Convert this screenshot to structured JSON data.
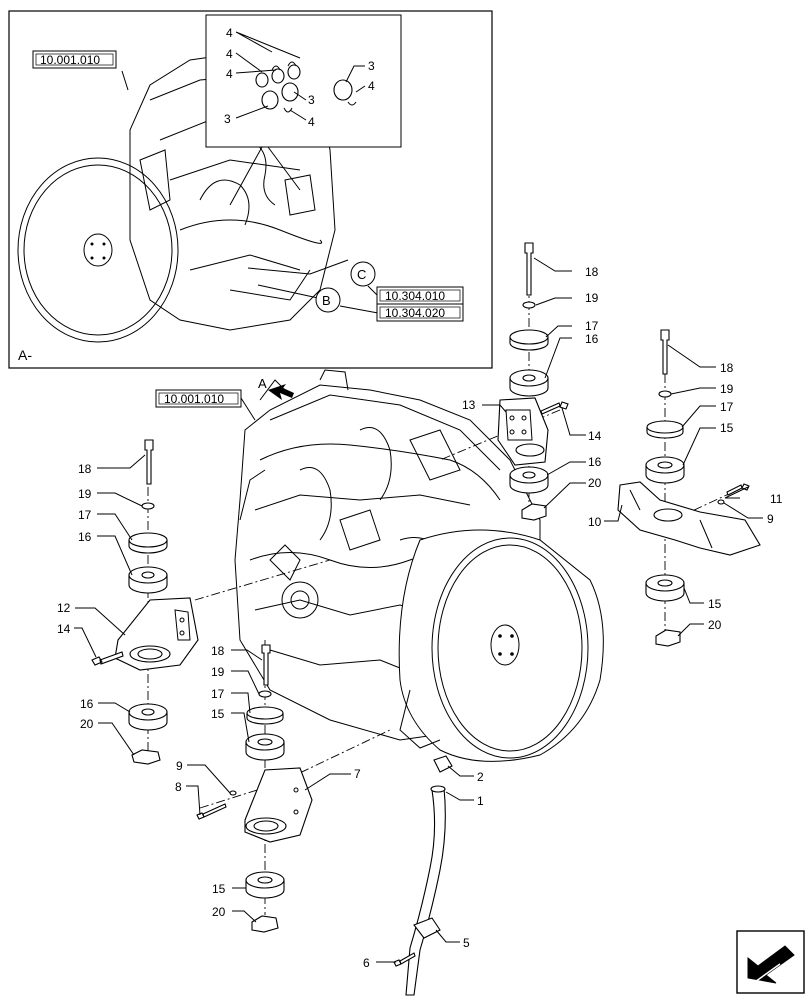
{
  "inset": {
    "view_label": "A-",
    "ref_engine": "10.001.010",
    "callout_b": "B",
    "callout_c": "C",
    "ref_c": "10.304.010",
    "ref_b": "10.304.020",
    "detail_labels": [
      "4",
      "4",
      "4",
      "3",
      "4",
      "3",
      "3",
      "4"
    ]
  },
  "main": {
    "ref_engine": "10.001.010",
    "view_arrow_label": "A"
  },
  "parts": {
    "p1": "1",
    "p2": "2",
    "p5": "5",
    "p6": "6",
    "p7": "7",
    "p8": "8",
    "p9a": "9",
    "p9b": "9",
    "p10": "10",
    "p11": "11",
    "p12": "12",
    "p13": "13",
    "p14a": "14",
    "p14b": "14",
    "p15a": "15",
    "p15b": "15",
    "p15c": "15",
    "p15d": "15",
    "p16a": "16",
    "p16b": "16",
    "p16c": "16",
    "p16d": "16",
    "p17a": "17",
    "p17b": "17",
    "p17c": "17",
    "p17d": "17",
    "p18a": "18",
    "p18b": "18",
    "p18c": "18",
    "p18d": "18",
    "p19a": "19",
    "p19b": "19",
    "p19c": "19",
    "p19d": "19",
    "p20a": "20",
    "p20b": "20",
    "p20c": "20",
    "p20d": "20"
  }
}
